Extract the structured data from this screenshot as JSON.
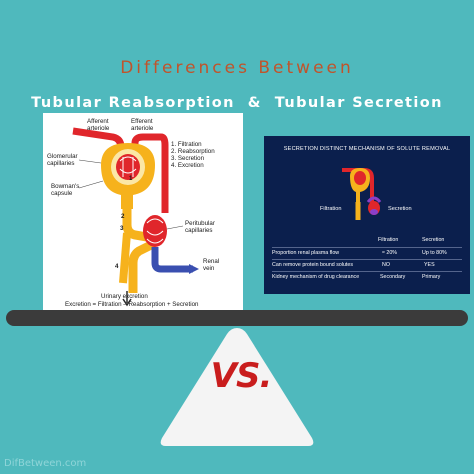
{
  "header": {
    "title": "Differences Between",
    "subtitle": "Tubular Reabsorption  &  Tubular Secretion"
  },
  "left_diagram": {
    "afferent": "Afferent\narteriole",
    "efferent": "Efferent\narteriole",
    "steps": [
      "1. Filtration",
      "2. Reabsorption",
      "3. Secretion",
      "4. Excretion"
    ],
    "glomerular": "Glomerular\ncapillaries",
    "bowmans": "Bowman's\ncapsule",
    "peritubular": "Peritubular\ncapillaries",
    "renal_vein": "Renal\nvein",
    "urinary": "Urinary excretion",
    "equation": "Excretion = Filtration – Reabsorption + Secretion",
    "step_numbers": [
      "1",
      "2",
      "3",
      "4"
    ]
  },
  "right_panel": {
    "title": "SECRETION DISTINCT MECHANISM OF SOLUTE REMOVAL",
    "filtration_label": "Filtration",
    "secretion_label": "Secretion",
    "col_headers": [
      "Filtration",
      "Secretion"
    ],
    "rows": [
      {
        "label": "Proportion renal plasma flow",
        "filtration": "≈ 20%",
        "secretion": "Up to 80%"
      },
      {
        "label": "Can remove protein bound solutes",
        "filtration": "NO",
        "secretion": "YES"
      },
      {
        "label": "Kidney mechanism of drug clearance",
        "filtration": "Secondary",
        "secretion": "Primary"
      }
    ]
  },
  "vs_label": "VS.",
  "watermark": "DifBetween.com",
  "colors": {
    "background": "#4fb9bd",
    "title_orange": "#c0542b",
    "vs_red": "#c91d1d",
    "beam": "#3b3b3b",
    "panel_navy": "#0b1f4d",
    "artery_red": "#e0262b",
    "tubule_yellow": "#f6b21c",
    "vein_blue": "#3a4fb0"
  }
}
